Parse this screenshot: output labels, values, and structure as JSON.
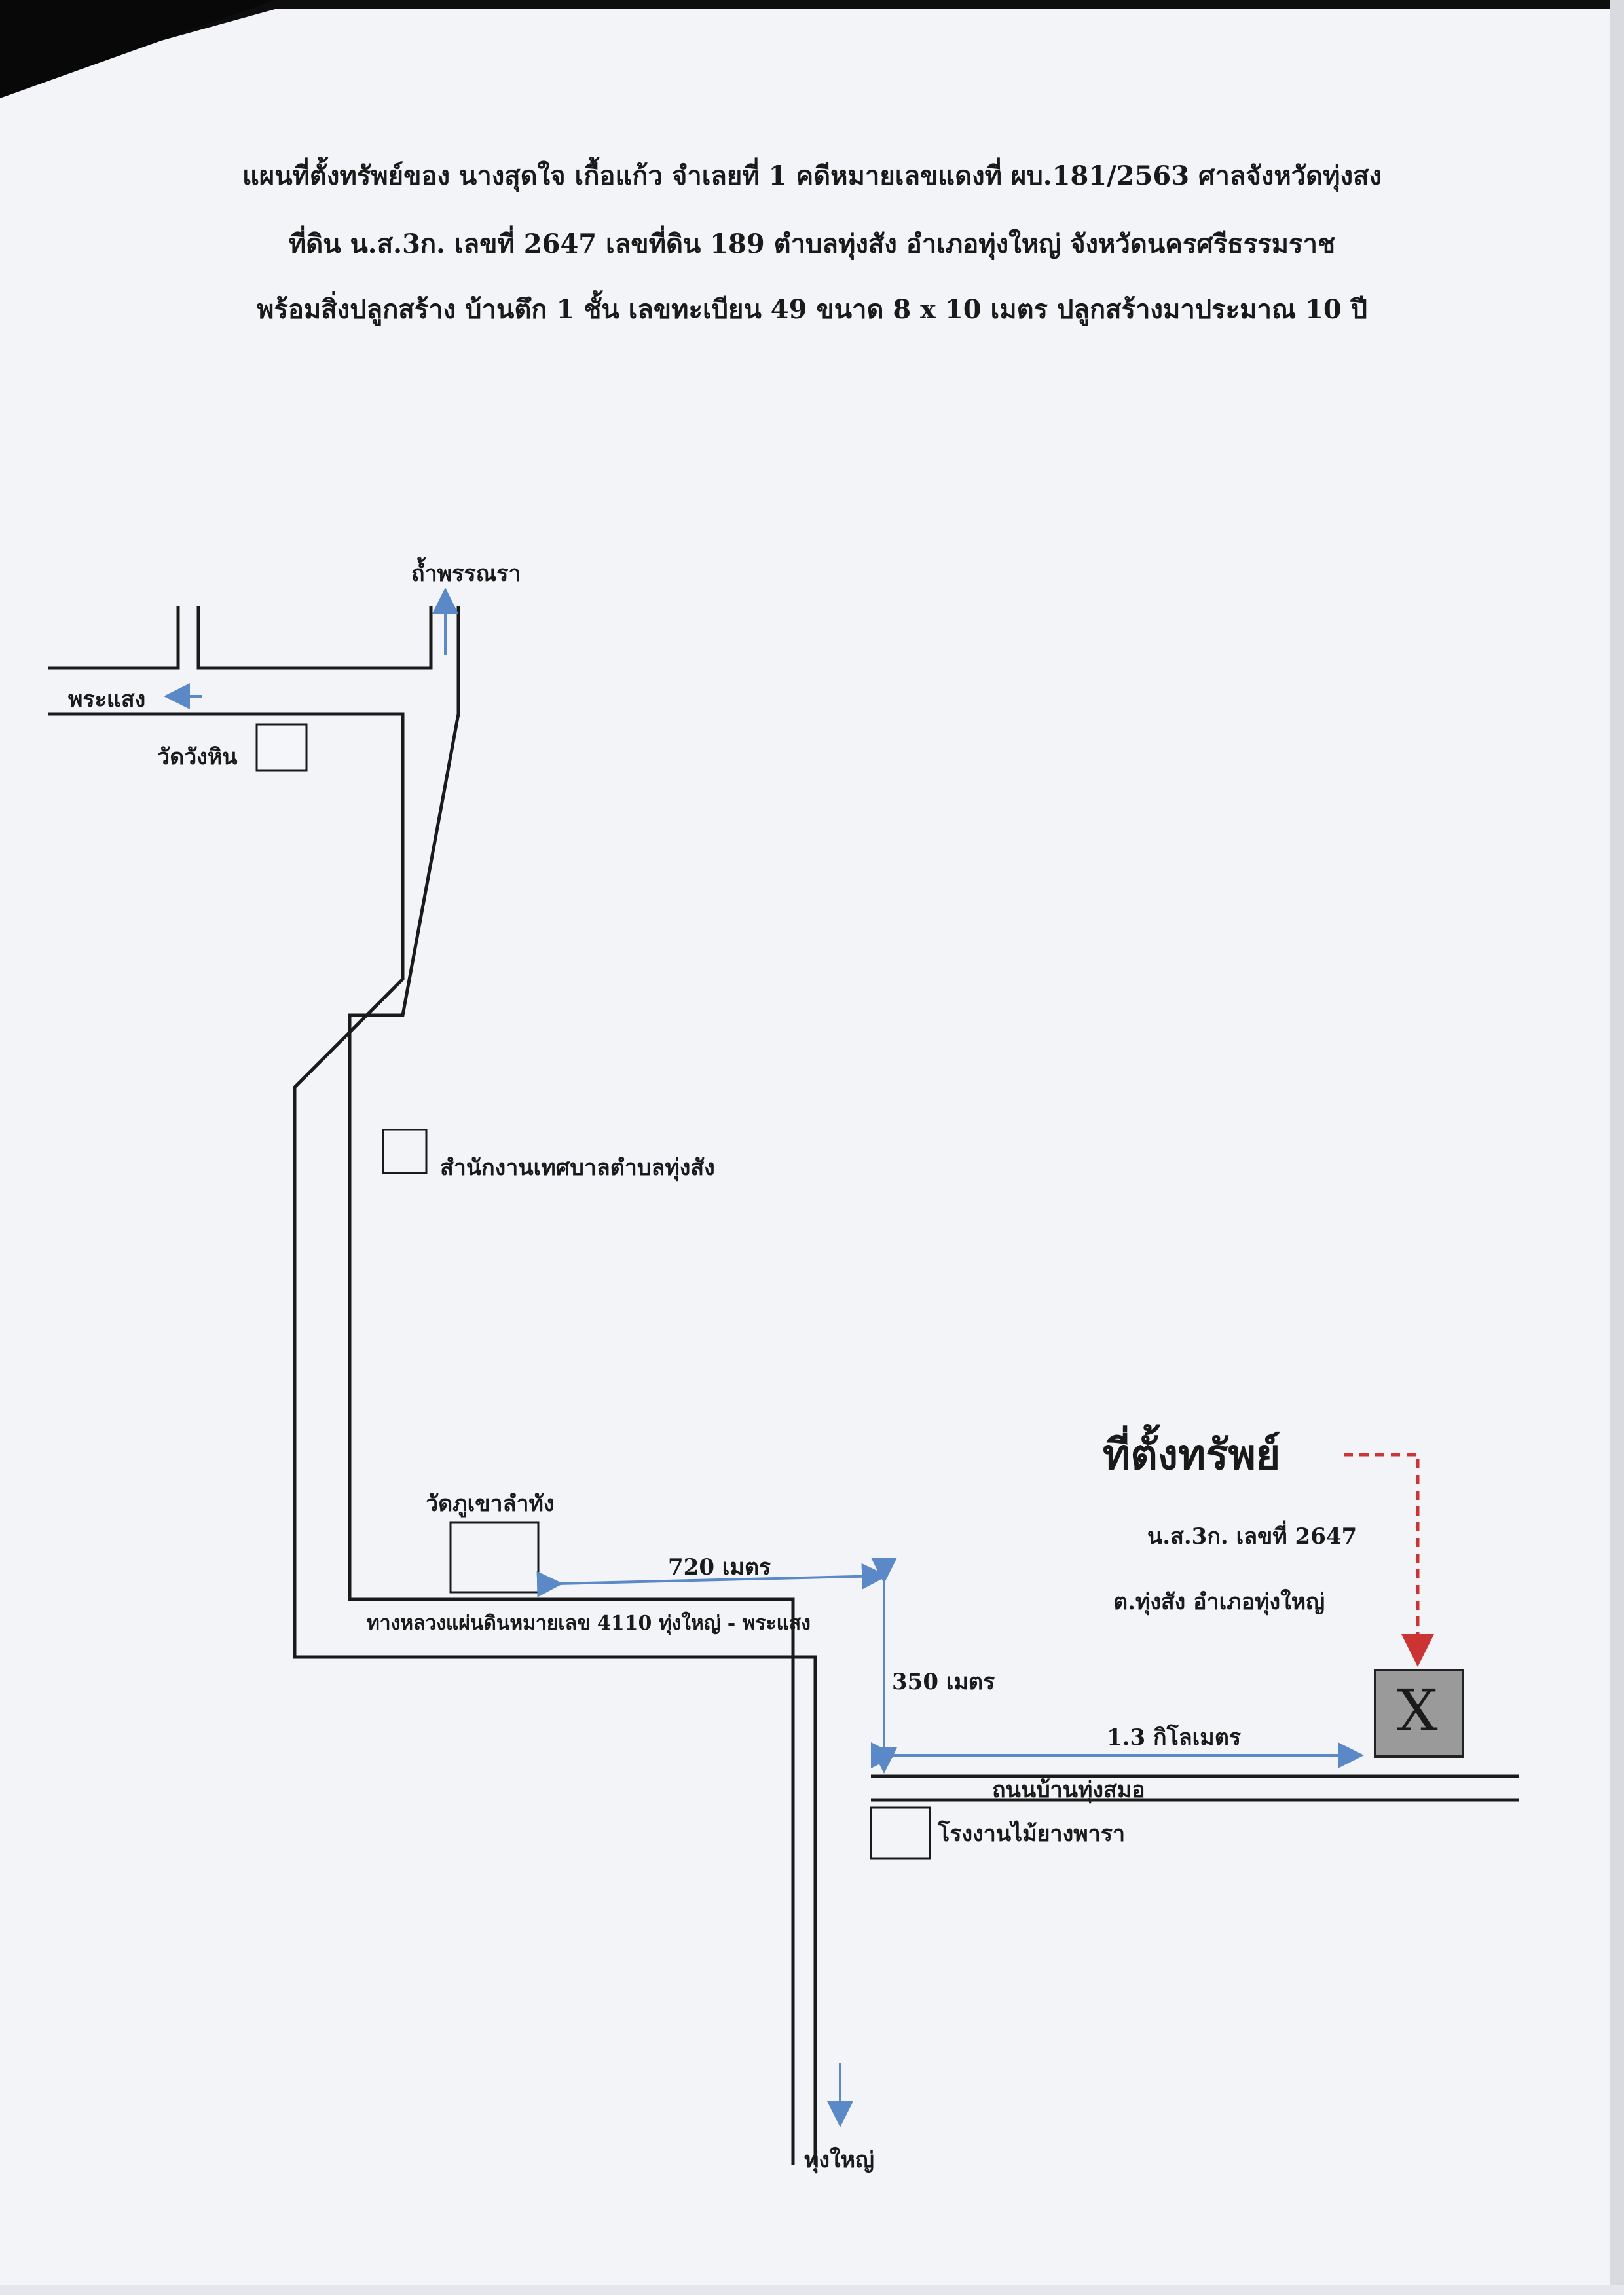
{
  "header": {
    "line1": "แผนที่ตั้งทรัพย์ของ นางสุดใจ  เกื้อแก้ว  จำเลยที่ 1 คดีหมายเลขแดงที่ ผบ.181/2563  ศาลจังหวัดทุ่งสง",
    "line2": "ที่ดิน น.ส.3ก.  เลขที่ 2647  เลขที่ดิน 189 ตำบลทุ่งสัง  อำเภอทุ่งใหญ่  จังหวัดนครศรีธรรมราช",
    "line3": "พร้อมสิ่งปลูกสร้าง บ้านตึก 1 ชั้น เลขทะเบียน 49 ขนาด 8 x 10 เมตร ปลูกสร้างมาประมาณ 10 ปี"
  },
  "map": {
    "places": {
      "tham_phannara": "ถ้ำพรรณรา",
      "phra_saeng": "พระแสง",
      "wat_wang_hin": "วัดวังหิน",
      "municipality_office": "สำนักงานเทศบาลตำบลทุ่งสัง",
      "wat_phu_khao": "วัดภูเขาลำทัง",
      "sawmill": "โรงงานไม้ยางพารา",
      "thung_yai": "ทุ่งใหญ่"
    },
    "roads": {
      "highway": "ทางหลวงแผ่นดินหมายเลข 4110 ทุ่งใหญ่ - พระแสง",
      "local_road": "ถนนบ้านทุ่งสมอ"
    },
    "distances": {
      "d720": "720 เมตร",
      "d350": "350 เมตร",
      "d13km": "1.3 กิโลเมตร"
    },
    "property": {
      "title": "ที่ตั้งทรัพย์",
      "deed": "น.ส.3ก. เลขที่ 2647",
      "location": "ต.ทุ่งสัง  อำเภอทุ่งใหญ่",
      "marker": "X"
    }
  },
  "colors": {
    "road": "#1a1a1a",
    "arrow_blue": "#5b88c6",
    "arrow_red": "#cc3333",
    "marker_fill": "#9a9a9a"
  }
}
